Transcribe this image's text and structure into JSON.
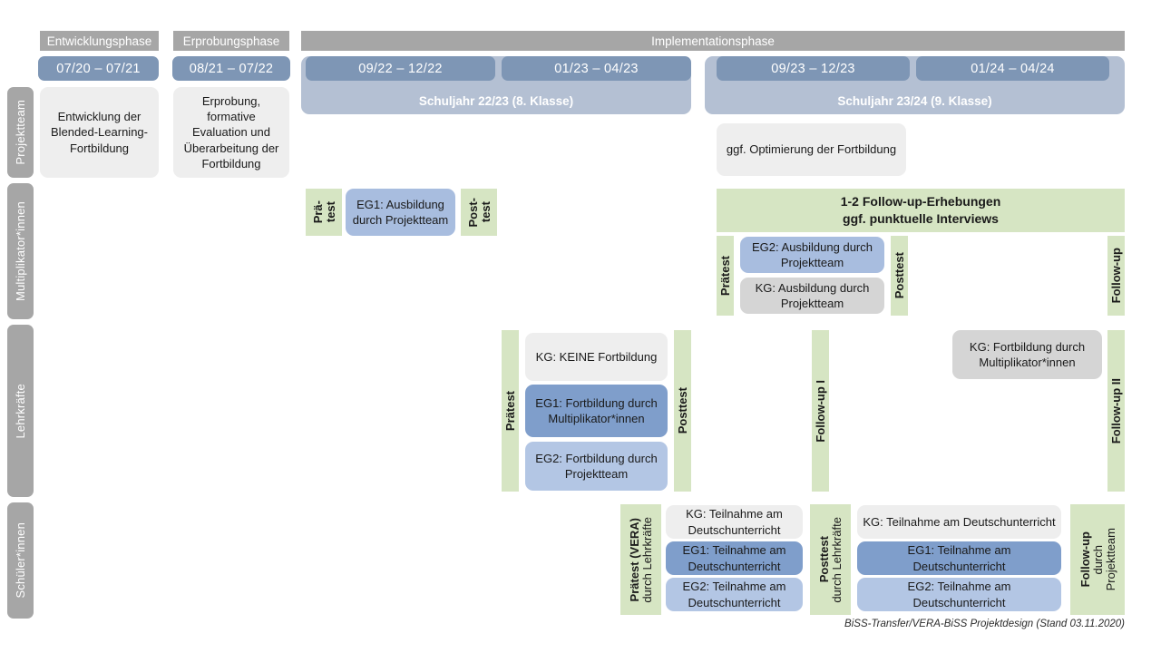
{
  "title": "BiSS-Transfer/VERA-BiSS Projektdesign",
  "colors": {
    "gray_header": "#a6a6a6",
    "date_bar_blue": "#7e96b5",
    "schoolyear_blue": "#b4c0d3",
    "green_marker": "#d6e5c3",
    "eg1_blue": "#7f9ecb",
    "eg2_blue": "#b3c6e4",
    "kg_gray": "#d5d5d5",
    "neutral_gray": "#eeeeee"
  },
  "lanes": [
    {
      "label": "Projektteam"
    },
    {
      "label": "Multiplikator*innen"
    },
    {
      "label": "Lehrkräfte"
    },
    {
      "label": "Schüler*innen"
    }
  ],
  "phases": [
    {
      "label": "Entwicklungsphase"
    },
    {
      "label": "Erprobungsphase"
    },
    {
      "label": "Implementationsphase"
    }
  ],
  "date_bars": [
    {
      "label": "07/20 – 07/21"
    },
    {
      "label": "08/21 – 07/22"
    },
    {
      "label": "09/22 – 12/22"
    },
    {
      "label": "01/23 – 04/23"
    },
    {
      "label": "09/23 – 12/23"
    },
    {
      "label": "01/24 – 04/24"
    }
  ],
  "school_years": [
    {
      "label": "Schuljahr 22/23 (8. Klasse)"
    },
    {
      "label": "Schuljahr 23/24 (9. Klasse)"
    }
  ],
  "projektteam": {
    "entwicklung": "Entwicklung der Blended-Learning-Fortbildung",
    "erprobung": "Erprobung, formative Evaluation und Überarbeitung der Fortbildung",
    "optimierung": "ggf. Optimierung der Fortbildung"
  },
  "multiplikatoren": {
    "praetest_line1": "Prä-",
    "praetest_line2": "test",
    "posttest_line1": "Post-",
    "posttest_line2": "test",
    "eg1_ausbildung": "EG1: Ausbildung durch Projektteam",
    "followup_banner_line1": "1-2 Follow-up-Erhebungen",
    "followup_banner_line2": "ggf. punktuelle Interviews",
    "praetest2": "Prätest",
    "posttest2": "Posttest",
    "followup": "Follow-up",
    "eg2_ausbildung": "EG2: Ausbildung durch Projektteam",
    "kg_ausbildung": "KG: Ausbildung durch Projektteam"
  },
  "lehrkraefte": {
    "praetest": "Prätest",
    "posttest": "Posttest",
    "followup_1": "Follow-up I",
    "followup_2": "Follow-up II",
    "kg_keine": "KG:  KEINE Fortbildung",
    "eg1_fortbildung": "EG1: Fortbildung durch Multiplikator*innen",
    "eg2_fortbildung": "EG2: Fortbildung durch Projektteam",
    "kg_fortbildung": "KG: Fortbildung durch Multiplikator*innen"
  },
  "schueler": {
    "praetest_bold": "Prätest (VERA)",
    "praetest_sub": "durch Lehrkräfte",
    "posttest_bold": "Posttest",
    "posttest_sub": "durch Lehrkräfte",
    "followup_bold": "Follow-up",
    "followup_sub1": "durch",
    "followup_sub2": "Projektteam",
    "kg": "KG: Teilnahme am Deutschunterricht",
    "eg1": "EG1: Teilnahme am Deutschunterricht",
    "eg2": "EG2: Teilnahme am Deutschunterricht"
  },
  "footer": "BiSS-Transfer/VERA-BiSS Projektdesign (Stand 03.11.2020)"
}
